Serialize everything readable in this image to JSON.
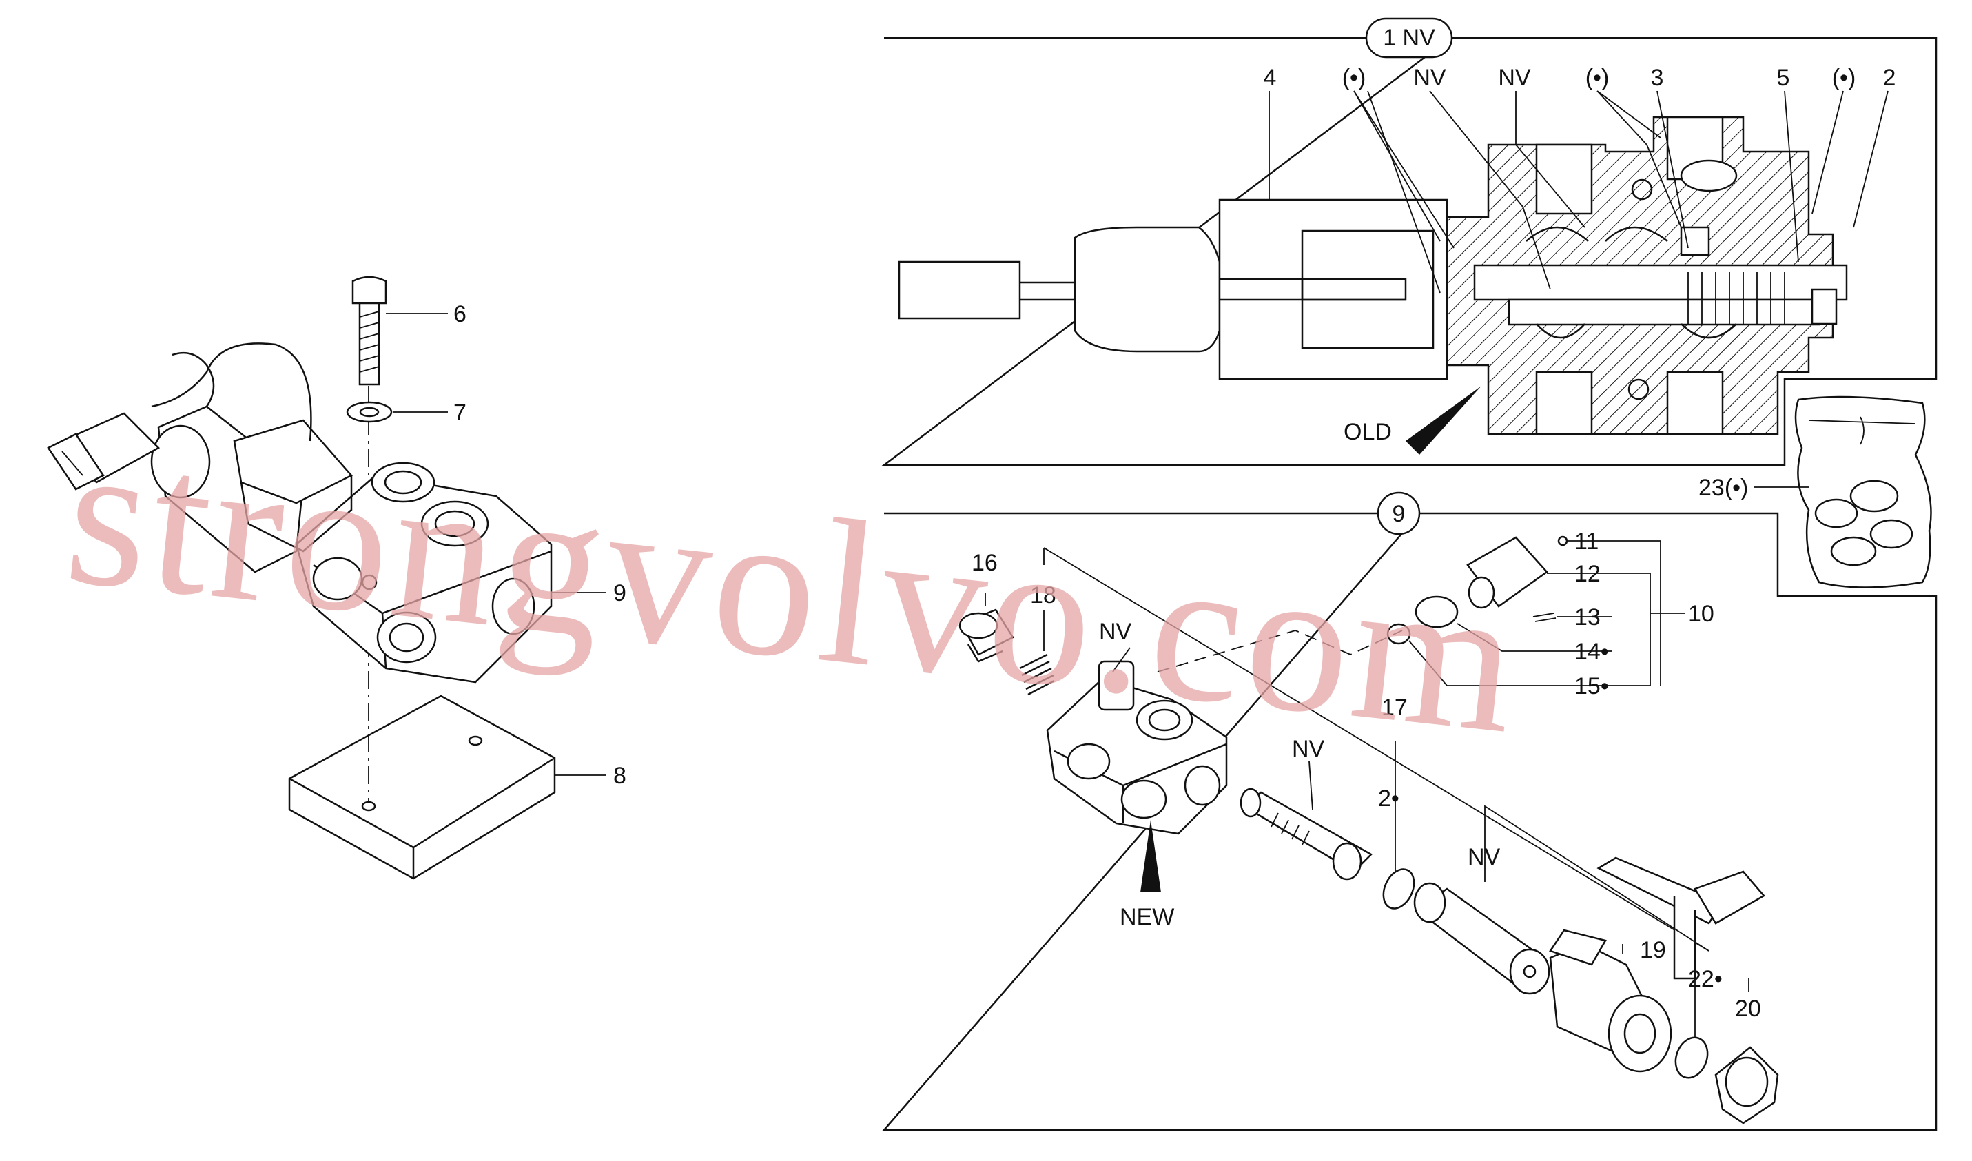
{
  "watermark": "strongvolvo.com",
  "left_view": {
    "labels": {
      "bolt": "6",
      "washer": "7",
      "plate": "8",
      "valve": "9"
    }
  },
  "section_panel": {
    "title": "1 NV",
    "labels": {
      "a": "4",
      "b": "(•)",
      "c": "NV",
      "d": "NV",
      "e": "(•)",
      "f": "3",
      "g": "5",
      "h": "(•)",
      "i": "2",
      "old": "OLD"
    }
  },
  "kit": {
    "label": "23(•)"
  },
  "exploded_panel": {
    "title": "9",
    "labels": {
      "p11": "11",
      "p12": "12",
      "p13": "13",
      "p10": "10",
      "p14": "14•",
      "p15": "15•",
      "p16": "16",
      "p18": "18",
      "nv1": "NV",
      "nv2": "NV",
      "p17": "17",
      "p2": "2•",
      "nv3": "NV",
      "new": "NEW",
      "p19": "19",
      "p22": "22•",
      "p20": "20"
    }
  }
}
